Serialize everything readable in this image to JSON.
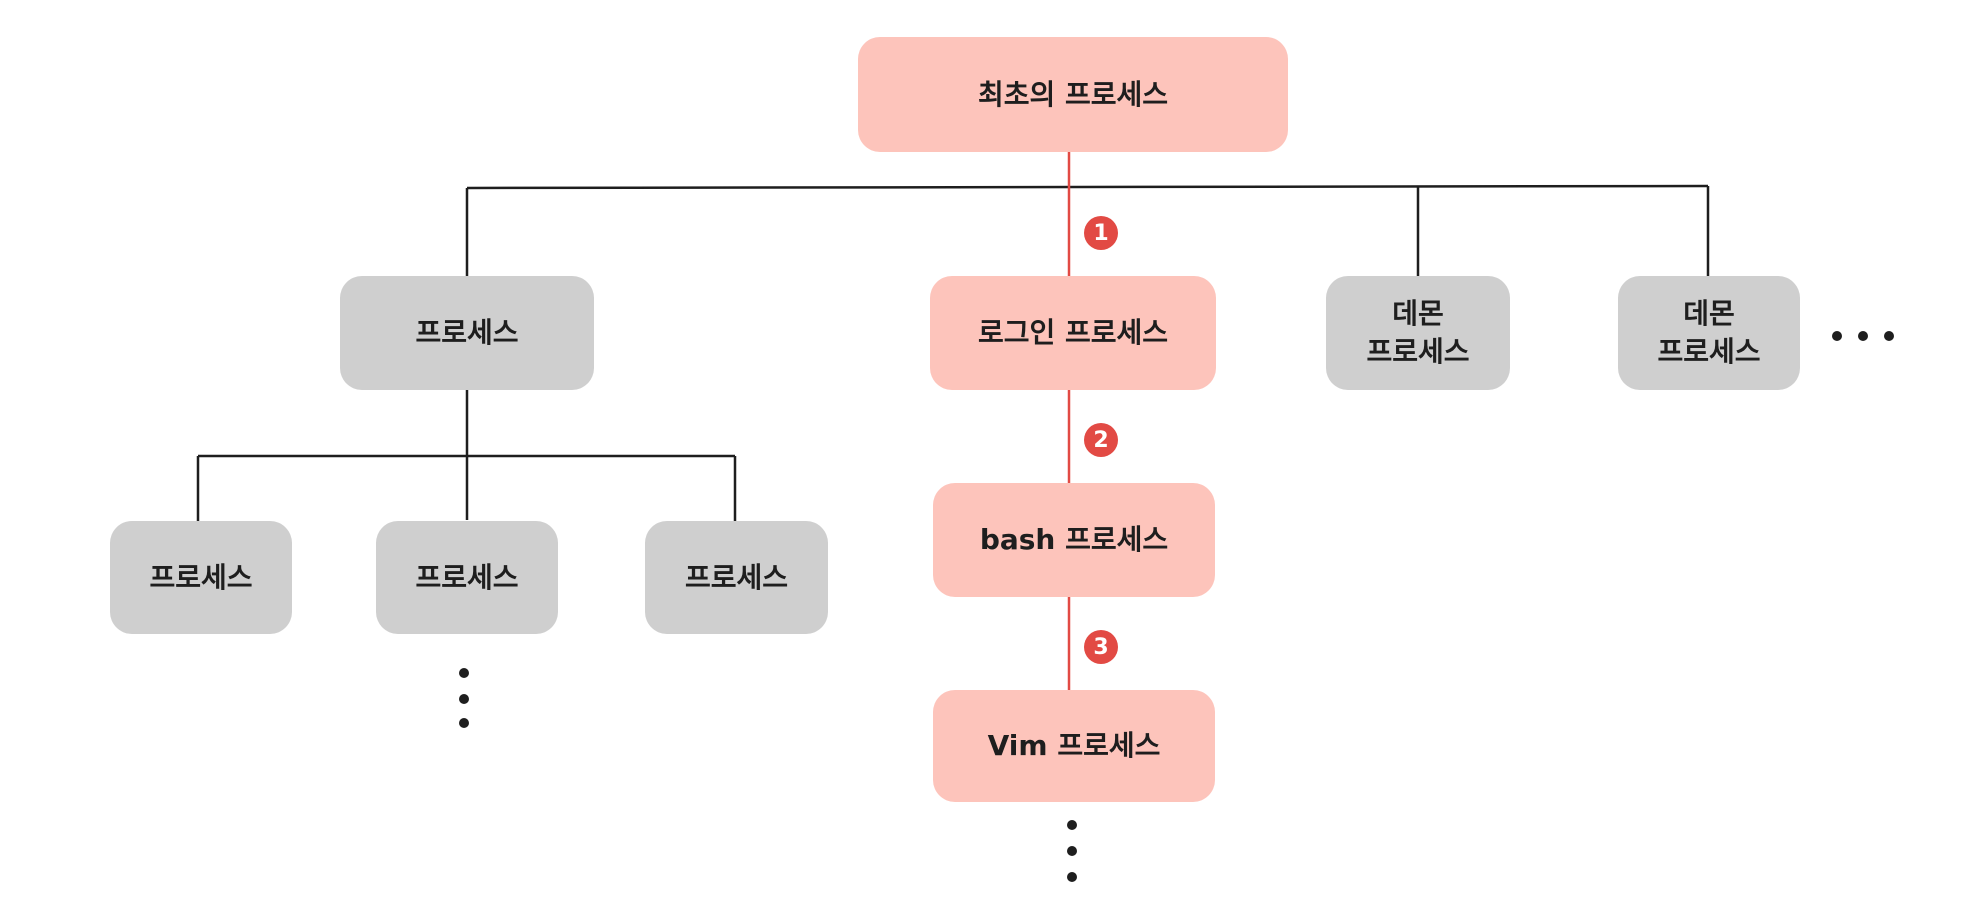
{
  "diagram": {
    "nodes": [
      {
        "id": "root",
        "label": "최초의 프로세스",
        "color": "#fdc4bb"
      },
      {
        "id": "child-process",
        "label": "프로세스",
        "color": "#cfcfcf"
      },
      {
        "id": "login",
        "label": "로그인 프로세스",
        "color": "#fdc4bb"
      },
      {
        "id": "daemon-1",
        "label": "데몬\n프로세스",
        "color": "#cfcfcf"
      },
      {
        "id": "daemon-2",
        "label": "데몬\n프로세스",
        "color": "#cfcfcf"
      },
      {
        "id": "grandchild-1",
        "label": "프로세스",
        "color": "#cfcfcf"
      },
      {
        "id": "grandchild-2",
        "label": "프로세스",
        "color": "#cfcfcf"
      },
      {
        "id": "grandchild-3",
        "label": "프로세스",
        "color": "#cfcfcf"
      },
      {
        "id": "bash",
        "label": "bash 프로세스",
        "color": "#fdc4bb"
      },
      {
        "id": "vim",
        "label": "Vim 프로세스",
        "color": "#fdc4bb"
      }
    ],
    "steps": [
      {
        "number": "1",
        "from": "root",
        "to": "login"
      },
      {
        "number": "2",
        "from": "login",
        "to": "bash"
      },
      {
        "number": "3",
        "from": "bash",
        "to": "vim"
      }
    ],
    "colors": {
      "highlight_path": "#e24a44",
      "connector": "#1e1e1e"
    }
  }
}
